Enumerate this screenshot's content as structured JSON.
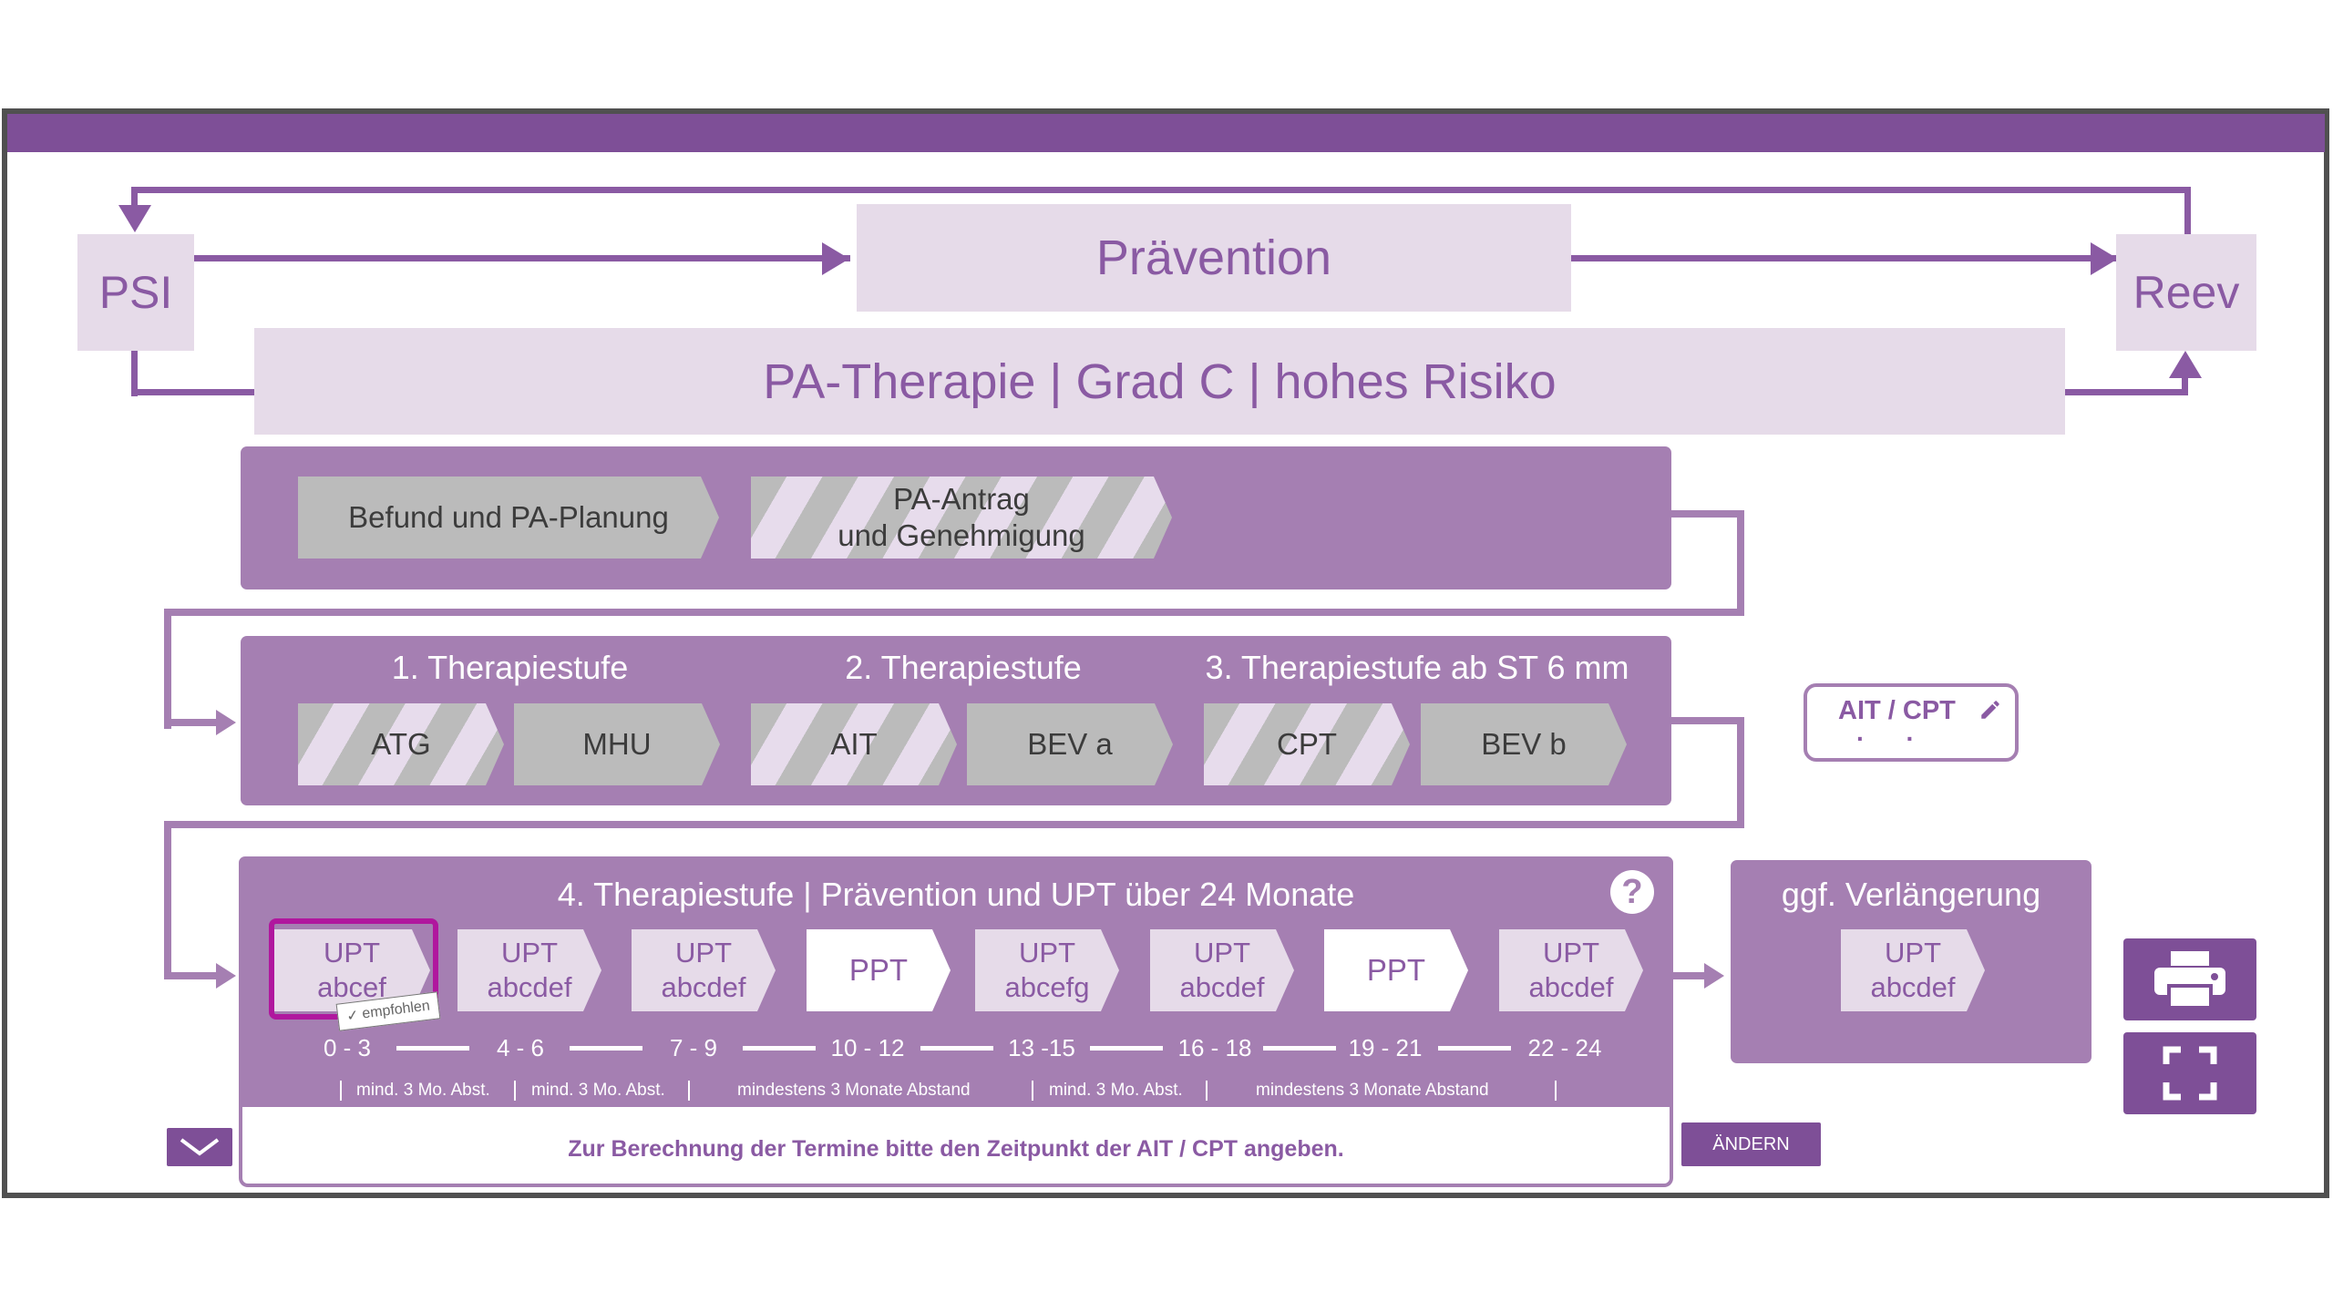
{
  "colors": {
    "accent": "#7e4f97",
    "panel": "#a57fb2",
    "light": "#e6dbe9",
    "text": "#8a5aa3",
    "highlight": "#b0179e"
  },
  "top": {
    "psi": "PSI",
    "reev": "Reev",
    "praevention": "Prävention",
    "therapie": "PA-Therapie | Grad C | hohes Risiko"
  },
  "row1": {
    "befund": "Befund und PA-Planung",
    "antrag_line1": "PA-Antrag",
    "antrag_line2": "und Genehmigung"
  },
  "row2": {
    "stufe1": "1. Therapiestufe",
    "stufe2": "2. Therapiestufe",
    "stufe3": "3. Therapiestufe ab ST 6 mm",
    "items": [
      "ATG",
      "MHU",
      "AIT",
      "BEV a",
      "CPT",
      "BEV b"
    ]
  },
  "ait_box": {
    "label": "AIT / CPT",
    "value": ".      ."
  },
  "row3": {
    "title": "4. Therapiestufe | Prävention und UPT über 24 Monate",
    "help": "?",
    "steps": [
      {
        "l1": "UPT",
        "l2": "abcef"
      },
      {
        "l1": "UPT",
        "l2": "abcdef"
      },
      {
        "l1": "UPT",
        "l2": "abcdef"
      },
      {
        "l1": "PPT",
        "l2": ""
      },
      {
        "l1": "UPT",
        "l2": "abcefg"
      },
      {
        "l1": "UPT",
        "l2": "abcdef"
      },
      {
        "l1": "PPT",
        "l2": ""
      },
      {
        "l1": "UPT",
        "l2": "abcdef"
      }
    ],
    "badge": "empfohlen",
    "months": [
      "0 - 3",
      "4 - 6",
      "7 - 9",
      "10 - 12",
      "13 -15",
      "16 - 18",
      "19 - 21",
      "22 - 24"
    ],
    "notes": [
      "mind. 3 Mo. Abst.",
      "mind. 3 Mo. Abst.",
      "mindestens  3 Monate Abstand",
      "mind. 3 Mo. Abst.",
      "mindestens  3 Monate Abstand"
    ],
    "footer": "Zur Berechnung der Termine bitte den Zeitpunkt der AIT / CPT angeben."
  },
  "verlaengerung": {
    "title": "ggf. Verlängerung",
    "l1": "UPT",
    "l2": "abcdef"
  },
  "buttons": {
    "aendern": "ÄNDERN"
  },
  "icons": {
    "print": "printer-icon",
    "fullscreen": "fullscreen-icon",
    "collapse": "chevron-down-icon",
    "edit": "pencil-icon"
  }
}
